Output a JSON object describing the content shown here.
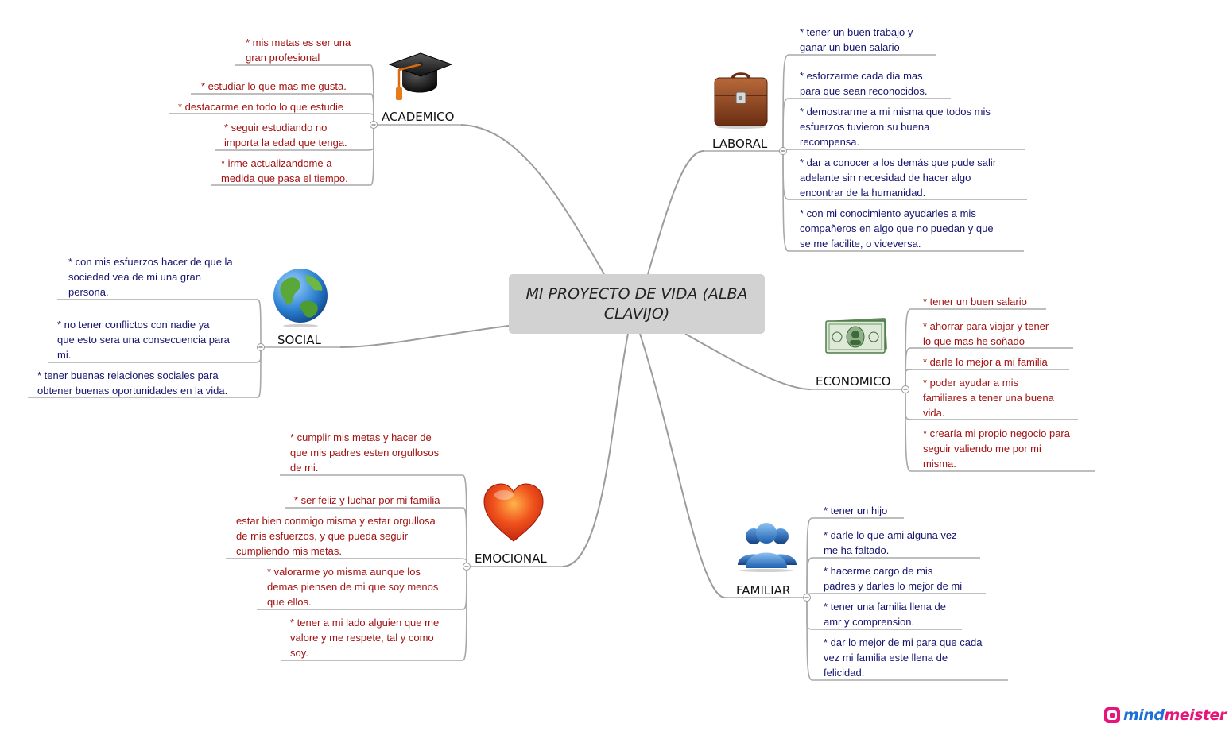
{
  "center": {
    "title": "MI PROYECTO DE VIDA (ALBA CLAVIJO)"
  },
  "topics": {
    "academico": {
      "label": "ACADEMICO",
      "icon": "graduation-cap-icon",
      "items": [
        "* mis metas es ser una\ngran profesional",
        "* estudiar lo que mas me gusta.",
        "* destacarme en todo lo que estudie",
        "* seguir estudiando no\nimporta la edad que tenga.",
        "* irme actualizandome a\nmedida que pasa el tiempo."
      ]
    },
    "social": {
      "label": "SOCIAL",
      "icon": "globe-icon",
      "items": [
        "* con mis esfuerzos hacer de que la\nsociedad vea de mi una gran\npersona.",
        "* no tener conflictos con nadie ya\nque esto sera una consecuencia para\nmi.",
        "* tener buenas relaciones sociales para\nobtener buenas oportunidades en la vida."
      ]
    },
    "emocional": {
      "label": "EMOCIONAL",
      "icon": "heart-icon",
      "items": [
        "* cumplir mis metas y hacer de\nque mis padres esten orgullosos\nde mi.",
        "* ser feliz y luchar por mi familia",
        "estar bien conmigo misma y estar orgullosa\nde mis esfuerzos, y que pueda seguir\ncumpliendo mis metas.",
        "* valorarme yo misma aunque los\ndemas piensen de mi que soy menos\nque ellos.",
        "* tener a mi lado alguien que me\nvalore y me respete, tal y como\nsoy."
      ]
    },
    "laboral": {
      "label": "LABORAL",
      "icon": "briefcase-icon",
      "items": [
        "* tener un buen trabajo y\nganar un buen salario",
        "* esforzarme cada dia mas\npara que sean reconocidos.",
        "* demostrarme a mi misma que todos mis\nesfuerzos tuvieron su buena\nrecompensa.",
        "* dar a conocer a los demás que pude salir\nadelante sin necesidad de hacer algo\nencontrar de la humanidad.",
        "* con mi conocimiento ayudarles a mis\ncompañeros en algo que no puedan y que\nse me facilite, o viceversa."
      ]
    },
    "economico": {
      "label": "ECONOMICO",
      "icon": "dollar-bill-icon",
      "items": [
        "* tener un buen salario",
        "* ahorrar para viajar y tener\nlo que mas he soñado",
        "* darle lo mejor a mi familia",
        "* poder ayudar a mis\nfamiliares a tener una buena\nvida.",
        "* crearía mi propio negocio para\nseguir valiendo me por mi\nmisma."
      ]
    },
    "familiar": {
      "label": "FAMILIAR",
      "icon": "people-icon",
      "items": [
        "* tener un hijo",
        "* darle lo que ami alguna vez\nme ha faltado.",
        "* hacerme cargo de mis\npadres y darles lo mejor de mi",
        "* tener una familia llena de\namr y comprension.",
        "* dar lo mejor de mi para que cada\nvez mi familia este llena de\nfelicidad."
      ]
    }
  },
  "colors": {
    "red_text": "#a31212",
    "blue_text": "#14146e",
    "line": "#9a9a9a",
    "center_bg": "#d2d2d2"
  },
  "logo": {
    "mind": "mind",
    "meister": "meister"
  }
}
